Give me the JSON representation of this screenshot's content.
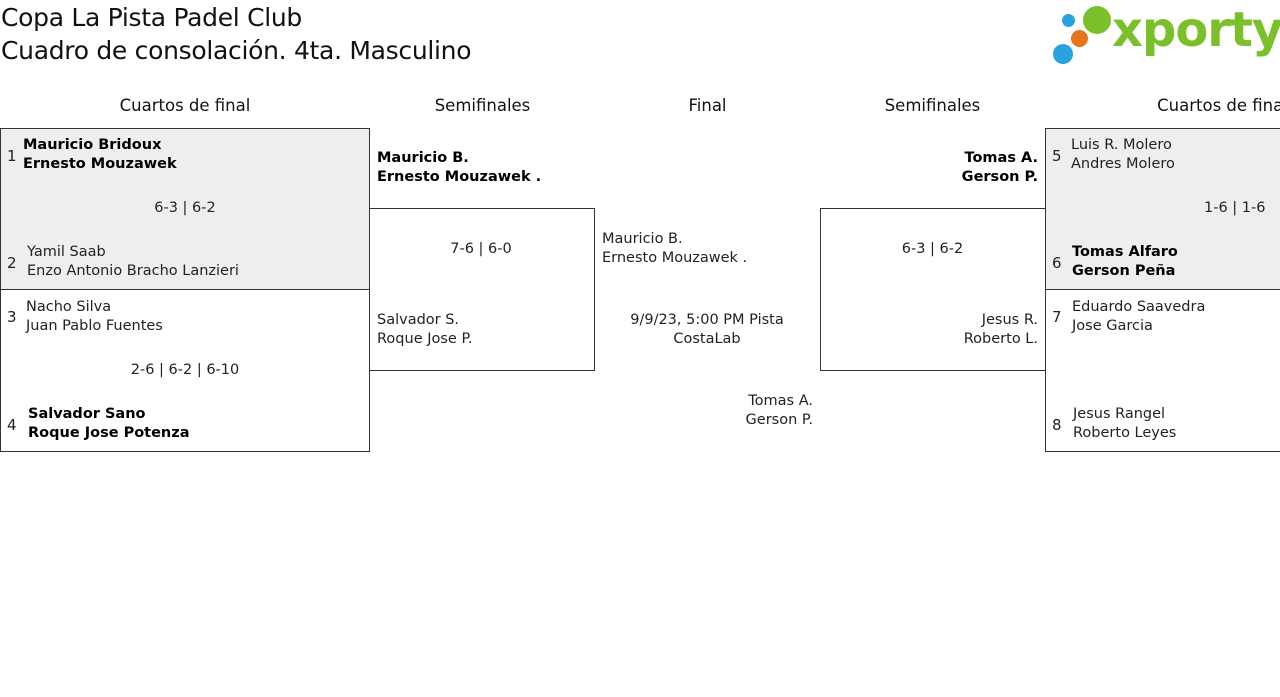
{
  "header": {
    "title": "Copa La Pista Padel Club",
    "subtitle": "Cuadro de consolación. 4ta. Masculino",
    "logo_text": "xporty",
    "logo_colors": [
      "#29a3e0",
      "#7bbf2a",
      "#e8751a",
      "#29a3e0"
    ]
  },
  "rounds": {
    "left_qf": "Cuartos de final",
    "left_sf": "Semifinales",
    "final": "Final",
    "right_sf": "Semifinales",
    "right_qf": "Cuartos de final"
  },
  "left_qf": [
    {
      "top": {
        "seed": "1",
        "p1": "Mauricio Bridoux",
        "p2": "Ernesto Mouzawek"
      },
      "score": "6-3 | 6-2",
      "bottom": {
        "seed": "2",
        "p1": "Yamil Saab",
        "p2": "Enzo Antonio Bracho Lanzieri"
      }
    },
    {
      "top": {
        "seed": "3",
        "p1": "Nacho Silva",
        "p2": "Juan Pablo Fuentes"
      },
      "score": "2-6 | 6-2 | 6-10",
      "bottom": {
        "seed": "4",
        "p1": "Salvador Sano",
        "p2": "Roque Jose Potenza"
      }
    }
  ],
  "right_qf": [
    {
      "top": {
        "seed": "5",
        "p1": "Luis R. Molero",
        "p2": "Andres Molero"
      },
      "score": "1-6 | 1-6",
      "bottom": {
        "seed": "6",
        "p1": "Tomas Alfaro",
        "p2": "Gerson Peña"
      }
    },
    {
      "top": {
        "seed": "7",
        "p1": "Eduardo Saavedra",
        "p2": "Jose Garcia"
      },
      "score": "",
      "bottom": {
        "seed": "8",
        "p1": "Jesus Rangel",
        "p2": "Roberto Leyes"
      }
    }
  ],
  "left_sf": {
    "top": {
      "p1": "Mauricio B.",
      "p2": "Ernesto Mouzawek ."
    },
    "score": "7-6 | 6-0",
    "bottom": {
      "p1": "Salvador S.",
      "p2": "Roque Jose P."
    }
  },
  "right_sf": {
    "top": {
      "p1": "Tomas A.",
      "p2": "Gerson P."
    },
    "score": "6-3 | 6-2",
    "bottom": {
      "p1": "Jesus R.",
      "p2": "Roberto L."
    }
  },
  "final": {
    "top": {
      "p1": "Mauricio B.",
      "p2": "Ernesto Mouzawek ."
    },
    "info": "9/9/23, 5:00 PM Pista CostaLab",
    "bottom": {
      "p1": "Tomas A.",
      "p2": "Gerson P."
    }
  }
}
